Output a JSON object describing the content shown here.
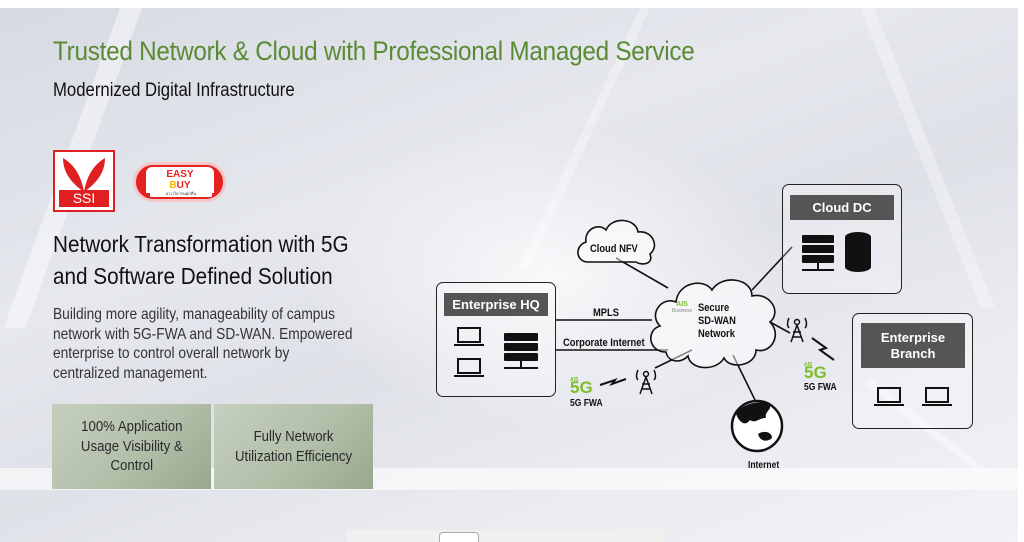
{
  "header": {
    "title": "Trusted Network & Cloud with Professional Managed Service",
    "subtitle": "Modernized Digital Infrastructure"
  },
  "logos": {
    "ssi": {
      "label": "SSI",
      "color": "#e02020"
    },
    "easy_buy": {
      "line1": "EASY",
      "line2_b": "B",
      "line2_rest": "UY",
      "tagline": "อาเวไอารนทุกทีน",
      "color": "#e52222"
    }
  },
  "section": {
    "heading_line1": "Network Transformation with 5G",
    "heading_line2": "and Software Defined Solution",
    "description_lines": [
      "Building more agility, manageability of campus",
      "network with 5G-FWA and SD-WAN. Empowered",
      "enterprise to control overall network by",
      "centralized management."
    ]
  },
  "features": [
    {
      "lines": [
        "100% Application",
        "Usage Visibility &",
        "Control"
      ]
    },
    {
      "lines": [
        "Fully Network",
        "Utilization Efficiency"
      ]
    }
  ],
  "diagram": {
    "enterprise_hq": {
      "title": "Enterprise HQ"
    },
    "cloud_dc": {
      "title": "Cloud DC"
    },
    "enterprise_branch": {
      "title_line1": "Enterprise",
      "title_line2": "Branch"
    },
    "cloud_nfv": {
      "label": "Cloud NFV"
    },
    "sdwan": {
      "brand_line1": "AIS",
      "brand_line2": "Business",
      "line1": "Secure",
      "line2": "SD-WAN",
      "line3": "Network"
    },
    "links": {
      "mpls": "MPLS",
      "corporate_internet": "Corporate Internet"
    },
    "fwa_hq": {
      "badge_brand": "AIS",
      "badge": "5G",
      "label": "5G FWA"
    },
    "fwa_branch": {
      "badge_brand": "AIS",
      "badge": "5G",
      "label": "5G FWA"
    },
    "internet": {
      "label": "Internet"
    },
    "colors": {
      "accent_green": "#7bbd2a",
      "title_green": "#5b8a35",
      "box_header": "#555555"
    }
  }
}
